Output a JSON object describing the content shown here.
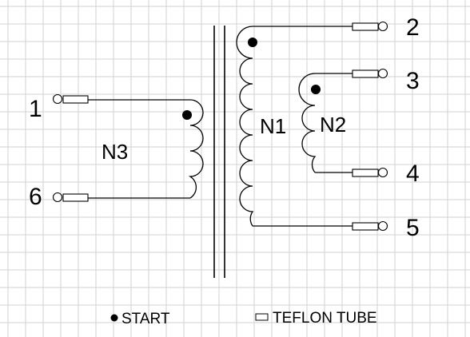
{
  "diagram": {
    "pins": {
      "p1": "1",
      "p2": "2",
      "p3": "3",
      "p4": "4",
      "p5": "5",
      "p6": "6"
    },
    "windings": {
      "n1": "N1",
      "n2": "N2",
      "n3": "N3"
    },
    "legend": {
      "start_label": "START",
      "tube_label": "TEFLON TUBE"
    }
  },
  "colors": {
    "background": "#ffffff",
    "grid": "#d2d2d2",
    "ink": "#000000"
  }
}
